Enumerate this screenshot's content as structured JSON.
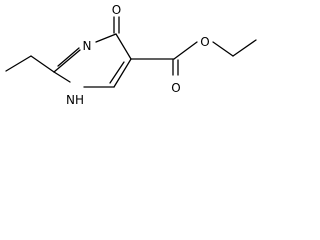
{
  "molecule": {
    "atoms": {
      "carbonyl_oxygen": "O",
      "ring_nitrogen": "N",
      "ring_nh": "NH",
      "ester_ether_oxygen": "O",
      "ester_carbonyl_oxygen": "O"
    },
    "colors": {
      "bond": "#000000",
      "text": "#000000",
      "background": "#ffffff"
    }
  }
}
